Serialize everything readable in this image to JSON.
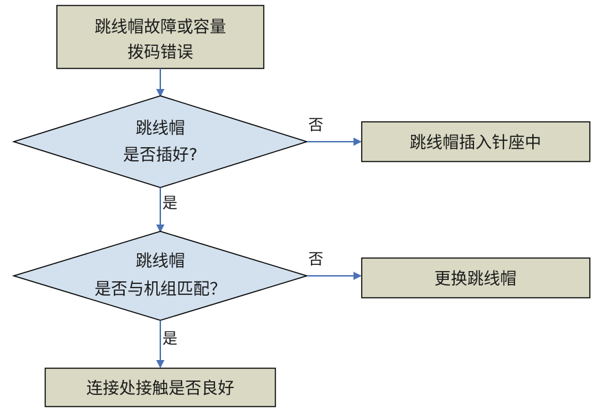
{
  "colors": {
    "process_fill": "#d9d9c4",
    "decision_fill": "#d3e1ee",
    "stroke": "#000000",
    "arrow": "#4a72b4"
  },
  "nodes": {
    "start": {
      "line1": "跳线帽故障或容量",
      "line2": "拨码错误"
    },
    "decision1": {
      "line1": "跳线帽",
      "line2": "是否插好?"
    },
    "action1": {
      "text": "跳线帽插入针座中"
    },
    "decision2": {
      "line1": "跳线帽",
      "line2": "是否与机组匹配？"
    },
    "action2": {
      "text": "更换跳线帽"
    },
    "end": {
      "text": "连接处接触是否良好"
    }
  },
  "edges": {
    "d1_no": "否",
    "d1_yes": "是",
    "d2_no": "否",
    "d2_yes": "是"
  }
}
